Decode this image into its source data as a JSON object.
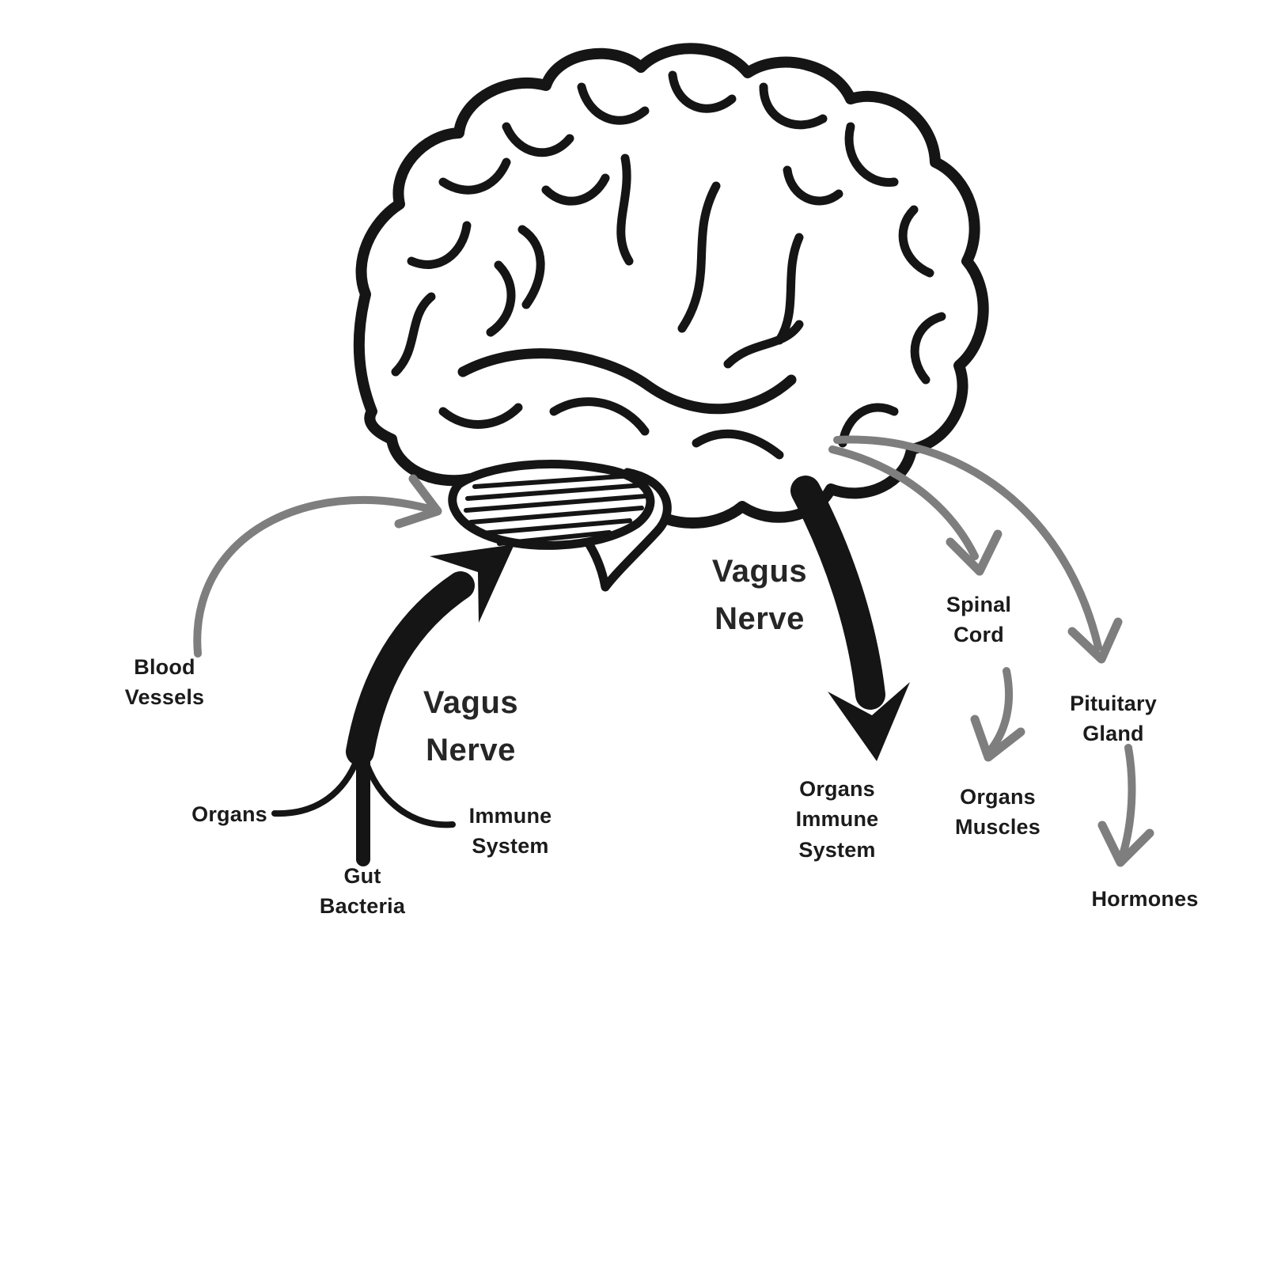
{
  "diagram": {
    "colors": {
      "ink": "#151515",
      "gray": "#7e7e7e",
      "background": "#ffffff"
    },
    "labels": {
      "blood_vessels": "Blood\nVessels",
      "organs_afferent": "Organs",
      "gut_bacteria": "Gut\nBacteria",
      "immune_system": "Immune\nSystem",
      "vagus_nerve_afferent": "Vagus\nNerve",
      "vagus_nerve_efferent": "Vagus\nNerve",
      "spinal_cord": "Spinal\nCord",
      "organs_immune_system": "Organs\nImmune\nSystem",
      "organs_muscles": "Organs\nMuscles",
      "pituitary_gland": "Pituitary\nGland",
      "hormones": "Hormones"
    }
  }
}
